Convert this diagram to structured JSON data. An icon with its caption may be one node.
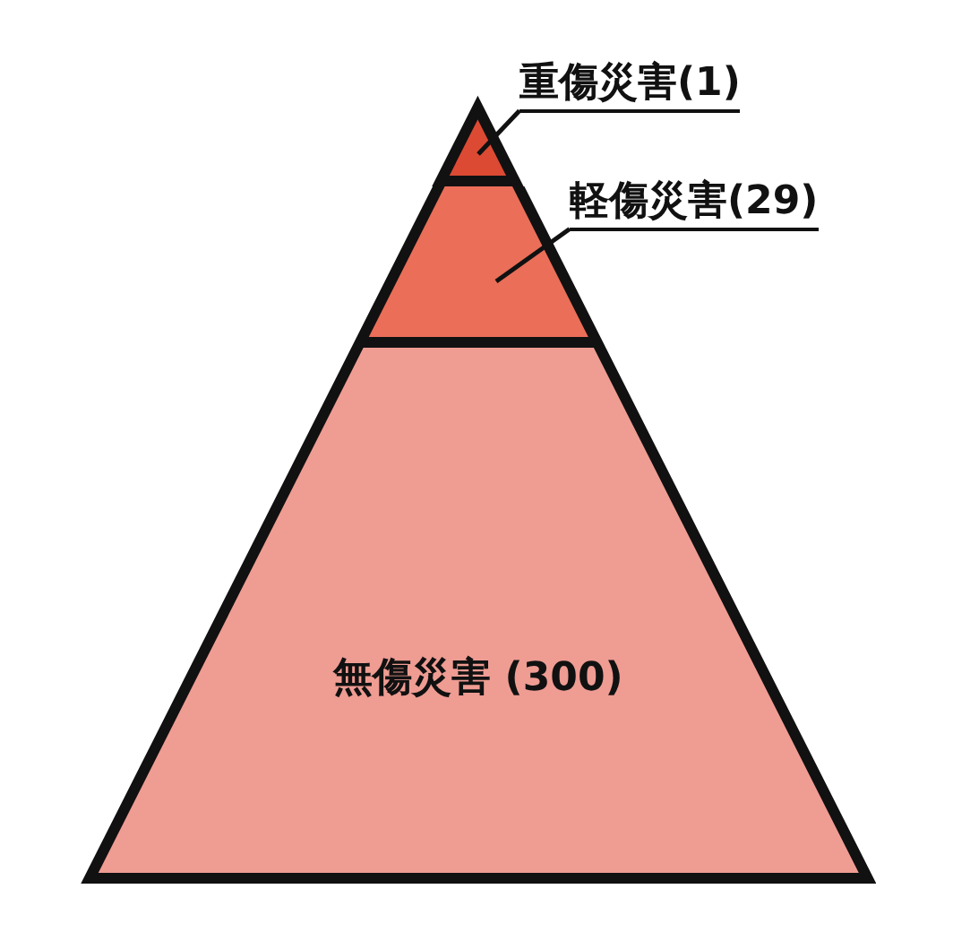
{
  "diagram": {
    "nodes": [
      {
        "text": [
          "重傷災害(1)"
        ]
      },
      {
        "text": [],
        "shape": "triangle"
      },
      {
        "text": [
          "軽傷災害(29)"
        ]
      },
      {
        "text": [],
        "shape": "band"
      },
      {
        "text": [
          "無傷災害 (300)"
        ]
      }
    ],
    "edges": [
      {
        "from": 0,
        "to": 1,
        "arrow": "none"
      },
      {
        "from": 2,
        "to": 3,
        "arrow": "none"
      }
    ]
  }
}
